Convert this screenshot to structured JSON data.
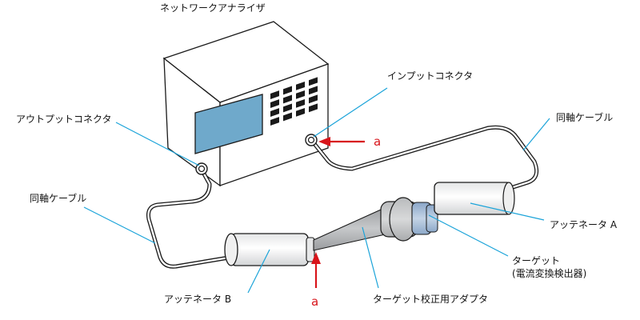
{
  "labels": {
    "network_analyzer": "ネットワークアナライザ",
    "input_connector": "インプットコネクタ",
    "output_connector": "アウトプットコネクタ",
    "coax_cable_right": "同軸ケーブル",
    "coax_cable_left": "同軸ケーブル",
    "attenuator_a": "アッテネータ A",
    "attenuator_b": "アッテネータ B",
    "target_line1": "ターゲット",
    "target_line2": "(電流変換検出器)",
    "target_calibration_adapter": "ターゲット校正用アダプタ",
    "marker_a_top": "a",
    "marker_a_bottom": "a"
  },
  "colors": {
    "leader_line": "#1aa3d9",
    "marker_red": "#d8151b",
    "screen": "#6fa9cb",
    "outline": "#1a1a1a",
    "adapter_gray": "#b4b6b8",
    "connector_blue": "#9fb7d3"
  }
}
